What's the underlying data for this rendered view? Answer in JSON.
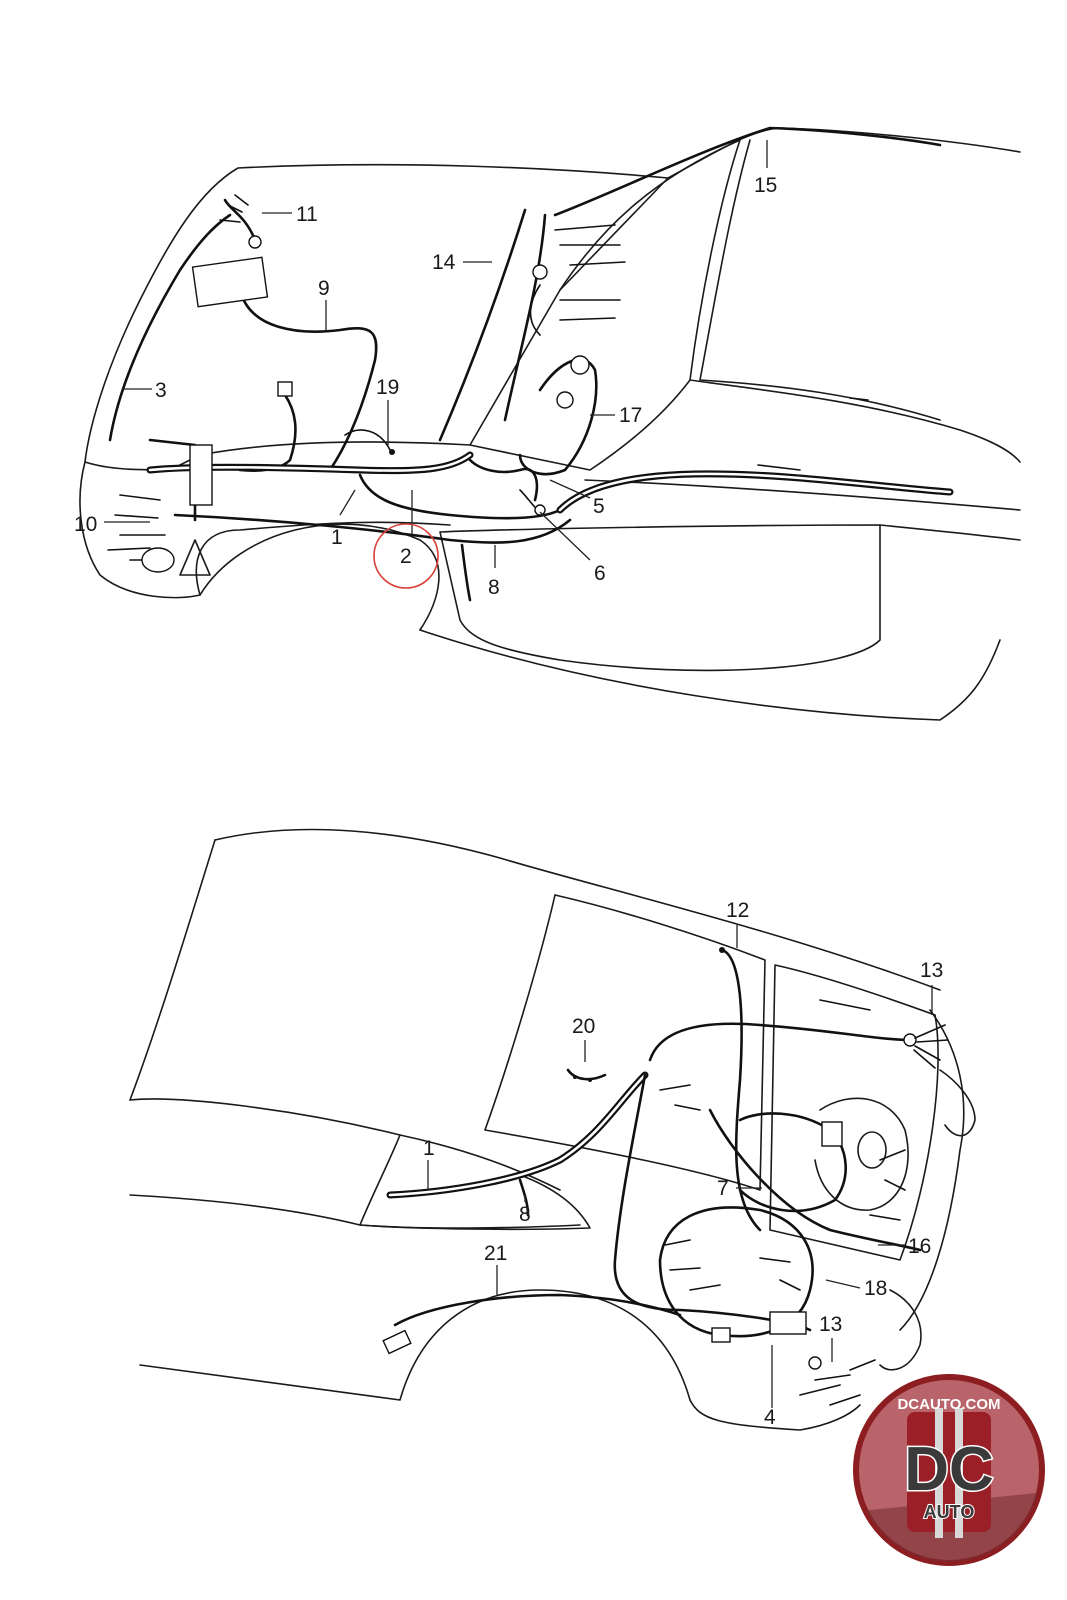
{
  "diagram": {
    "callouts_top": [
      "11",
      "9",
      "3",
      "14",
      "15",
      "19",
      "17",
      "10",
      "1",
      "2",
      "5",
      "6",
      "8"
    ],
    "callouts_bottom": [
      "12",
      "13",
      "20",
      "1",
      "8",
      "7",
      "16",
      "18",
      "21",
      "13",
      "4"
    ],
    "highlighted_callout": "2",
    "highlight_color": "#d9413a"
  },
  "logo": {
    "domain": "DCAUTO.COM",
    "monogram": "DC",
    "word": "AUTO",
    "colors": {
      "red": "#c8282e",
      "ring": "#8c1d21",
      "silver": "#d8d8d8"
    }
  }
}
